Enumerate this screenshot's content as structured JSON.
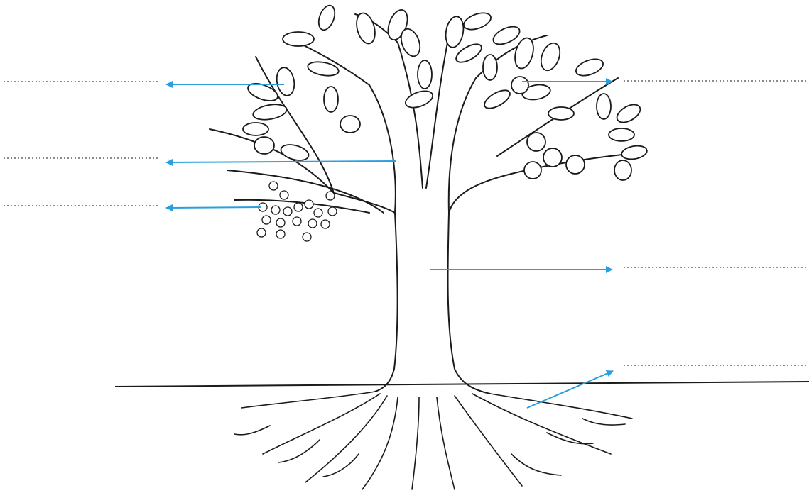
{
  "diagram": {
    "labels": [
      {
        "id": "leaf",
        "text": ""
      },
      {
        "id": "branch",
        "text": ""
      },
      {
        "id": "flower",
        "text": ""
      },
      {
        "id": "fruit",
        "text": ""
      },
      {
        "id": "trunk",
        "text": ""
      },
      {
        "id": "roots",
        "text": ""
      }
    ],
    "colors": {
      "arrow": "#2a9fde",
      "outline": "#1a1a1a",
      "blank_line": "#8a8a8a"
    }
  }
}
